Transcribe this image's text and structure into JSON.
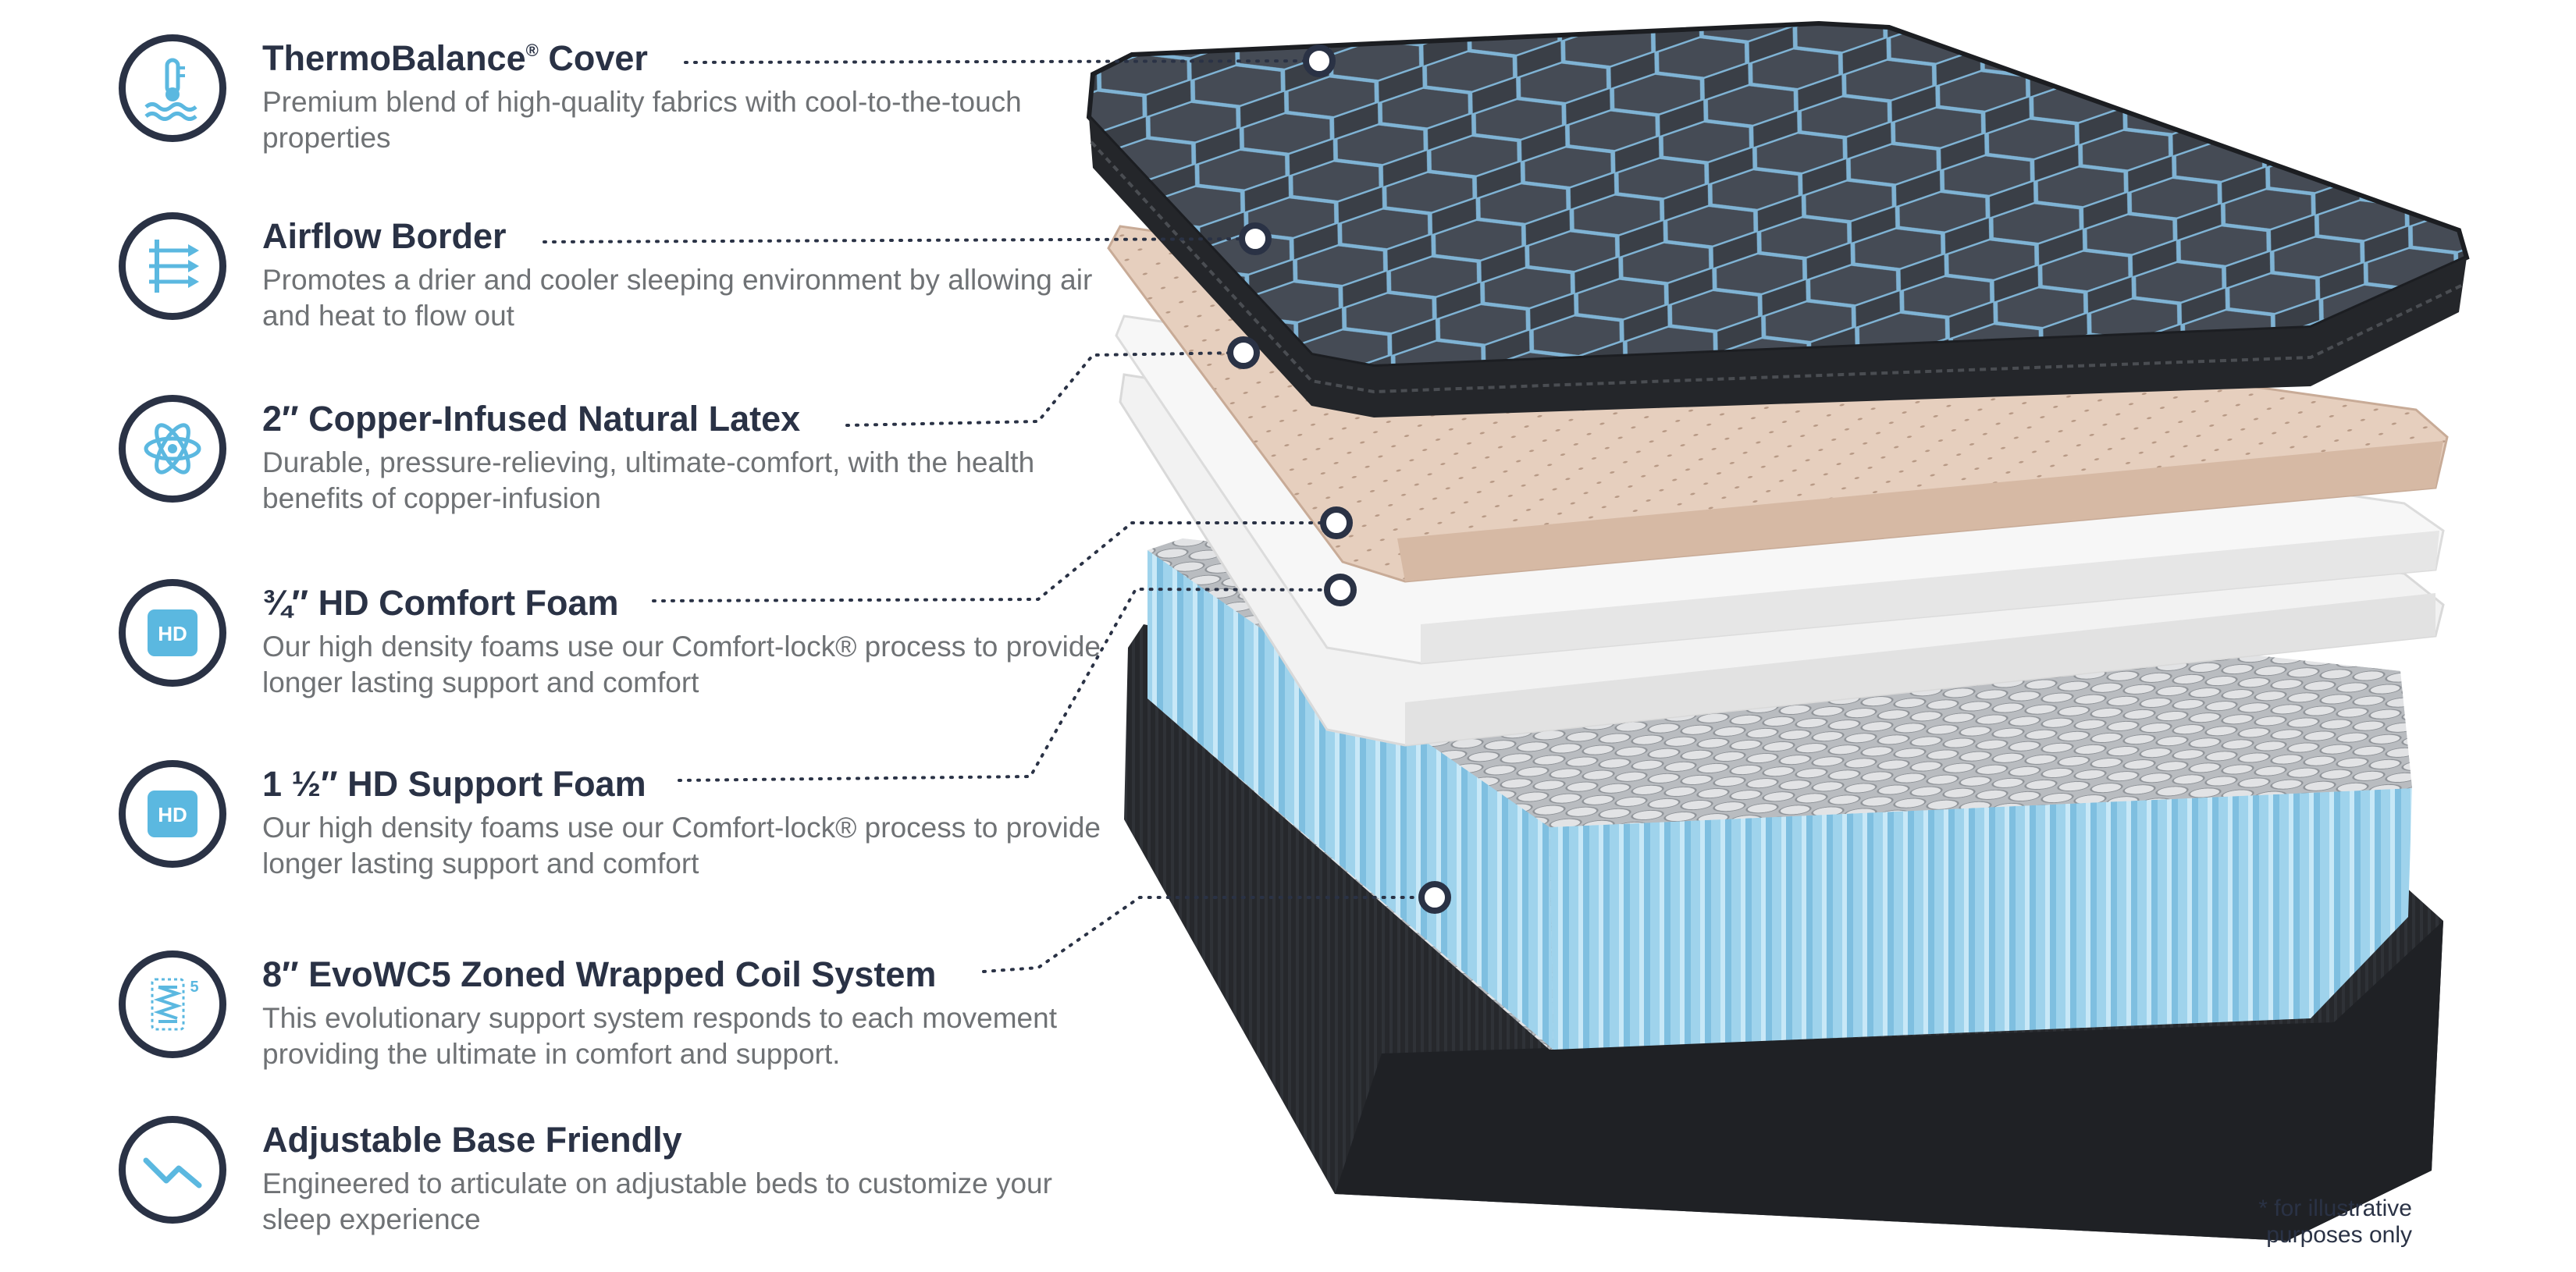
{
  "features": [
    {
      "icon": "thermometer-water-icon",
      "title": "ThermoBalance",
      "title_sup": "®",
      "title_after": " Cover",
      "desc": "Premium blend of high-quality fabrics with cool-to-the-touch properties"
    },
    {
      "icon": "airflow-arrows-icon",
      "title": "Airflow Border",
      "desc": "Promotes a drier and cooler sleeping environment by allowing air and heat to flow out"
    },
    {
      "icon": "atom-icon",
      "title": "2″ Copper-Infused Natural Latex",
      "desc": "Durable, pressure-relieving, ultimate-comfort, with the health benefits of copper-infusion"
    },
    {
      "icon": "hd-foam-icon",
      "icon_text": "HD",
      "title": "¾″ HD Comfort Foam",
      "desc": "Our high density foams use our Comfort-lock® process to provide longer lasting support and comfort"
    },
    {
      "icon": "hd-foam-icon",
      "icon_text": "HD",
      "title": "1 ½″ HD Support Foam",
      "desc": "Our high density foams use our Comfort-lock® process to provide longer lasting support and comfort"
    },
    {
      "icon": "coil-spring-icon",
      "icon_text": "5",
      "title": "8″ EvoWC5 Zoned Wrapped Coil System",
      "desc": "This evolutionary support system responds to each movement providing the ultimate in comfort and support."
    },
    {
      "icon": "adjustable-base-icon",
      "title": "Adjustable Base Friendly",
      "desc": "Engineered to articulate on adjustable beds to customize your sleep experience"
    }
  ],
  "footnote": [
    "* for illustrative",
    "purposes only"
  ],
  "colors": {
    "navy": "#2a3245",
    "accent_blue": "#5bb8e0",
    "gray_text": "#6f7275",
    "latex": "#dcc4b2",
    "foam": "#f3f3f3",
    "coil_blue": "#a9d9f0",
    "cover_dark": "#2b2e33"
  }
}
